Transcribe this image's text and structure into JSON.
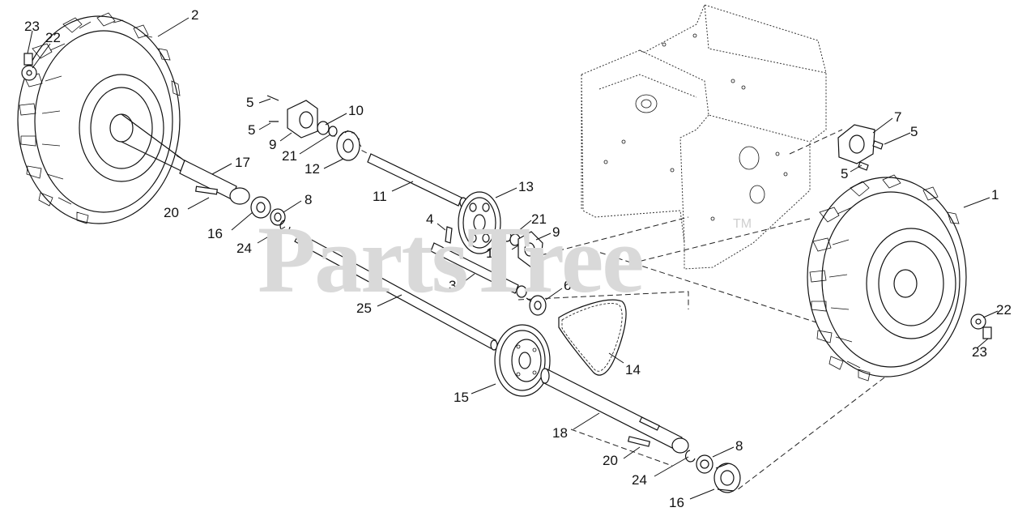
{
  "watermark": {
    "text": "PartsTree",
    "trademark": "TM"
  },
  "callouts": [
    {
      "id": "c-23-top",
      "text": "23"
    },
    {
      "id": "c-22-top",
      "text": "22"
    },
    {
      "id": "c-2",
      "text": "2"
    },
    {
      "id": "c-5-a",
      "text": "5"
    },
    {
      "id": "c-5-b",
      "text": "5"
    },
    {
      "id": "c-9-left",
      "text": "9"
    },
    {
      "id": "c-10-left",
      "text": "10"
    },
    {
      "id": "c-21-left",
      "text": "21"
    },
    {
      "id": "c-12",
      "text": "12"
    },
    {
      "id": "c-17",
      "text": "17"
    },
    {
      "id": "c-11",
      "text": "11"
    },
    {
      "id": "c-13",
      "text": "13"
    },
    {
      "id": "c-20-top",
      "text": "20"
    },
    {
      "id": "c-8-top",
      "text": "8"
    },
    {
      "id": "c-16-top",
      "text": "16"
    },
    {
      "id": "c-24-top",
      "text": "24"
    },
    {
      "id": "c-4",
      "text": "4"
    },
    {
      "id": "c-21-right",
      "text": "21"
    },
    {
      "id": "c-9-right",
      "text": "9"
    },
    {
      "id": "c-10-right",
      "text": "10"
    },
    {
      "id": "c-3",
      "text": "3"
    },
    {
      "id": "c-6",
      "text": "6"
    },
    {
      "id": "c-25",
      "text": "25"
    },
    {
      "id": "c-14",
      "text": "14"
    },
    {
      "id": "c-15",
      "text": "15"
    },
    {
      "id": "c-18",
      "text": "18"
    },
    {
      "id": "c-20-bottom",
      "text": "20"
    },
    {
      "id": "c-8-bottom",
      "text": "8"
    },
    {
      "id": "c-24-bottom",
      "text": "24"
    },
    {
      "id": "c-16-bottom",
      "text": "16"
    },
    {
      "id": "c-7",
      "text": "7"
    },
    {
      "id": "c-5-c",
      "text": "5"
    },
    {
      "id": "c-5-d",
      "text": "5"
    },
    {
      "id": "c-1",
      "text": "1"
    },
    {
      "id": "c-22-bottom",
      "text": "22"
    },
    {
      "id": "c-23-bottom",
      "text": "23"
    }
  ]
}
